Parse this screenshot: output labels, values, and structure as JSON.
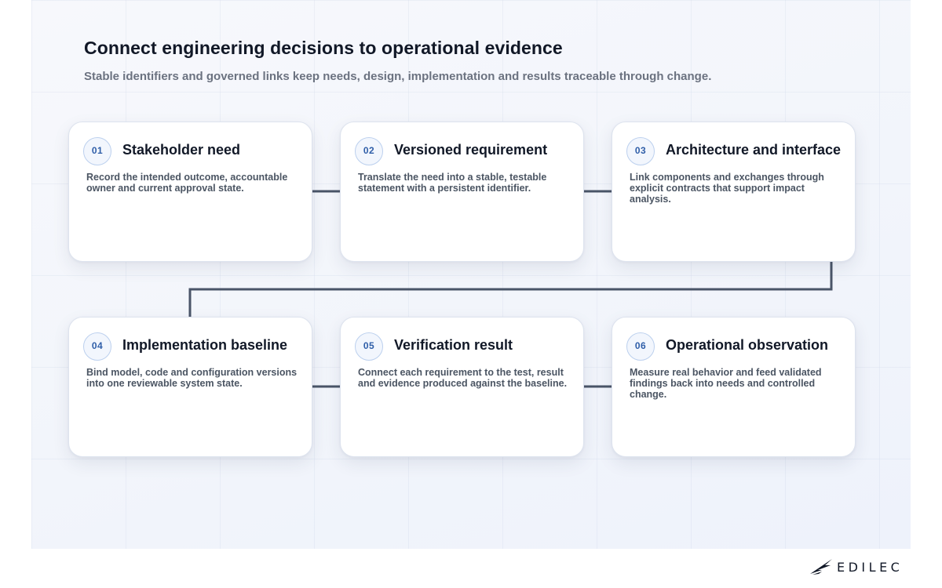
{
  "header": {
    "title": "Connect engineering decisions to operational evidence",
    "subtitle": "Stable identifiers and governed links keep needs, design, implementation and results traceable through change."
  },
  "steps": [
    {
      "number": "01",
      "title": "Stakeholder need",
      "text": "Record the intended outcome, accountable owner and current approval state."
    },
    {
      "number": "02",
      "title": "Versioned requirement",
      "text": "Translate the need into a stable, testable statement with a persistent identifier."
    },
    {
      "number": "03",
      "title": "Architecture and interface",
      "text": "Link components and exchanges through explicit contracts that support impact analysis."
    },
    {
      "number": "04",
      "title": "Implementation baseline",
      "text": "Bind model, code and configuration versions into one reviewable system state."
    },
    {
      "number": "05",
      "title": "Verification result",
      "text": "Connect each requirement to the test, result and evidence produced against the baseline."
    },
    {
      "number": "06",
      "title": "Operational observation",
      "text": "Measure real behavior and feed validated findings back into needs and controlled change."
    }
  ],
  "brand": {
    "logo_text": "EDILEC",
    "connector_color": "#4a5568",
    "badge_color": "#2f5ea8"
  }
}
